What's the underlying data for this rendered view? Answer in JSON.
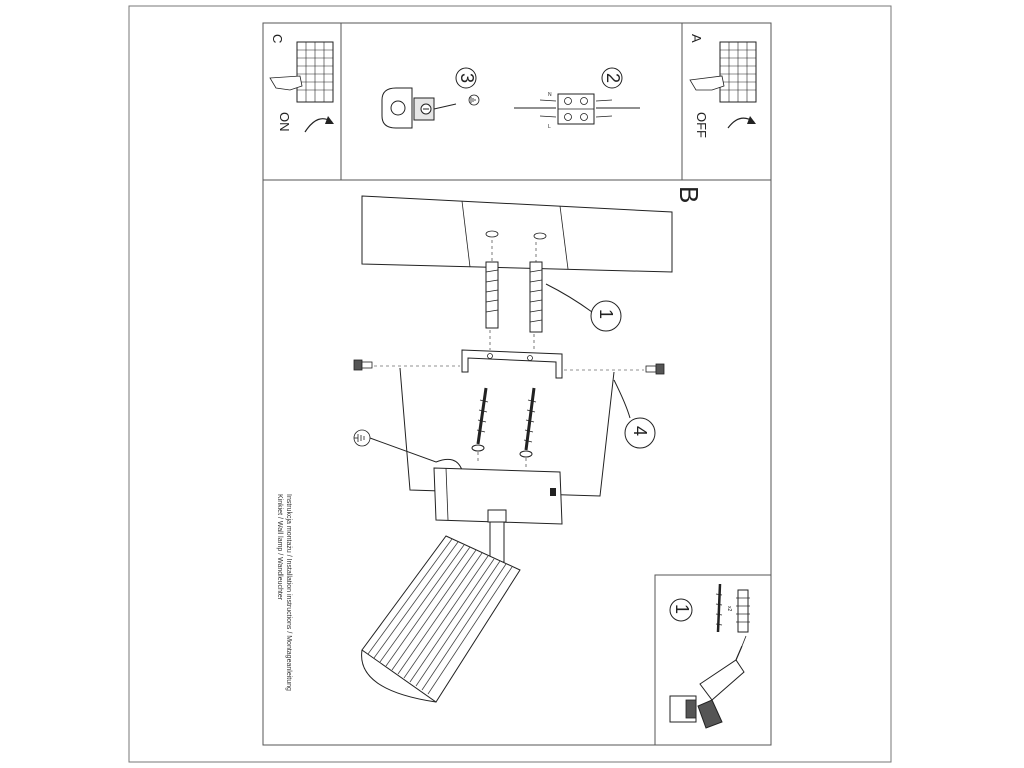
{
  "panels": {
    "a": {
      "letter": "A",
      "state": "OFF"
    },
    "c": {
      "letter": "C",
      "state": "ON"
    },
    "main": {
      "letter": "B"
    }
  },
  "steps": {
    "wiring": {
      "number": "2",
      "terminal_left": "L",
      "terminal_neutral": "N"
    },
    "ground": {
      "number": "3"
    },
    "anchors": {
      "number": "1"
    },
    "mounting": {
      "number": "4"
    },
    "parts": {
      "number": "1",
      "quantity": "x2"
    }
  },
  "caption": {
    "line1": "Instrukcja montażu / Installation instructions / Montageanleitung",
    "line2": "Kinkiet / Wall lamp / Wandleuchter"
  },
  "colors": {
    "line": "#222222",
    "fill_light": "#f2f2f2",
    "fill_dark": "#555555"
  }
}
